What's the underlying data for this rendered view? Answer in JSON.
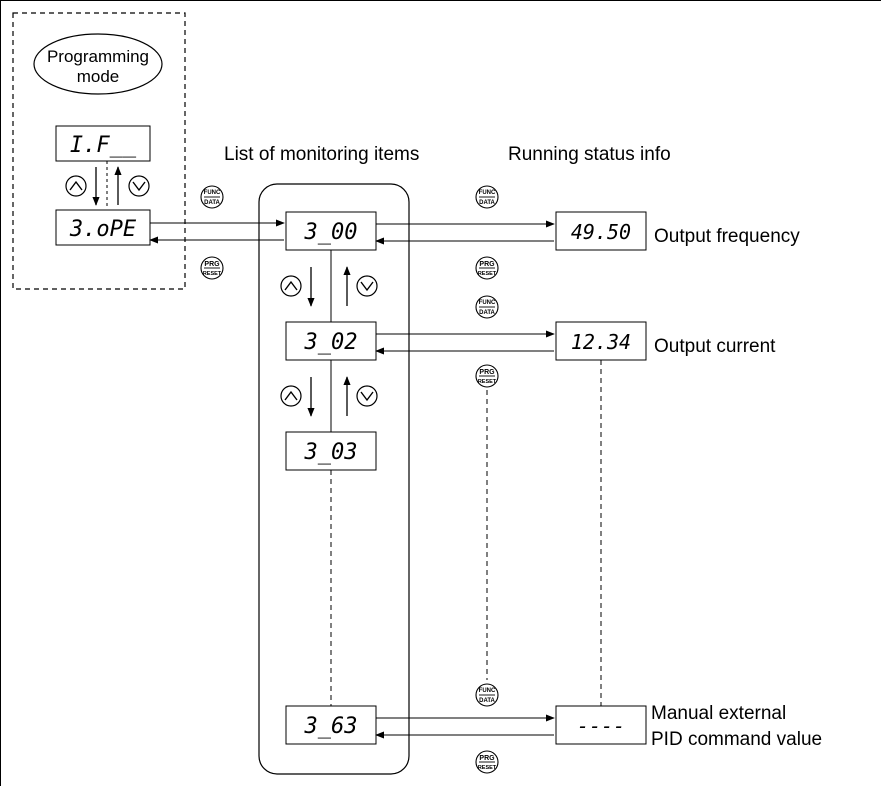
{
  "mode_label": {
    "line1": "Programming",
    "line2": "mode"
  },
  "headings": {
    "monitoring_list": "List of monitoring items",
    "running_status": "Running status info"
  },
  "program_displays": [
    "I.F__",
    "3.oPE"
  ],
  "monitor_displays": [
    "3_00",
    "3_02",
    "3_03",
    "3_63"
  ],
  "status_displays": [
    "49.50",
    "12.34",
    "----"
  ],
  "status_labels": {
    "output_frequency": "Output frequency",
    "output_current": "Output current",
    "manual_pid_line1": "Manual external",
    "manual_pid_line2": "PID command value"
  },
  "keys": {
    "func_top": "FUNC",
    "func_bottom": "DATA",
    "prg_top": "PRG",
    "prg_bottom": "RESET"
  },
  "icons": [
    "up-arrow-key-icon",
    "down-arrow-key-icon",
    "func-data-key-icon",
    "prg-reset-key-icon"
  ]
}
